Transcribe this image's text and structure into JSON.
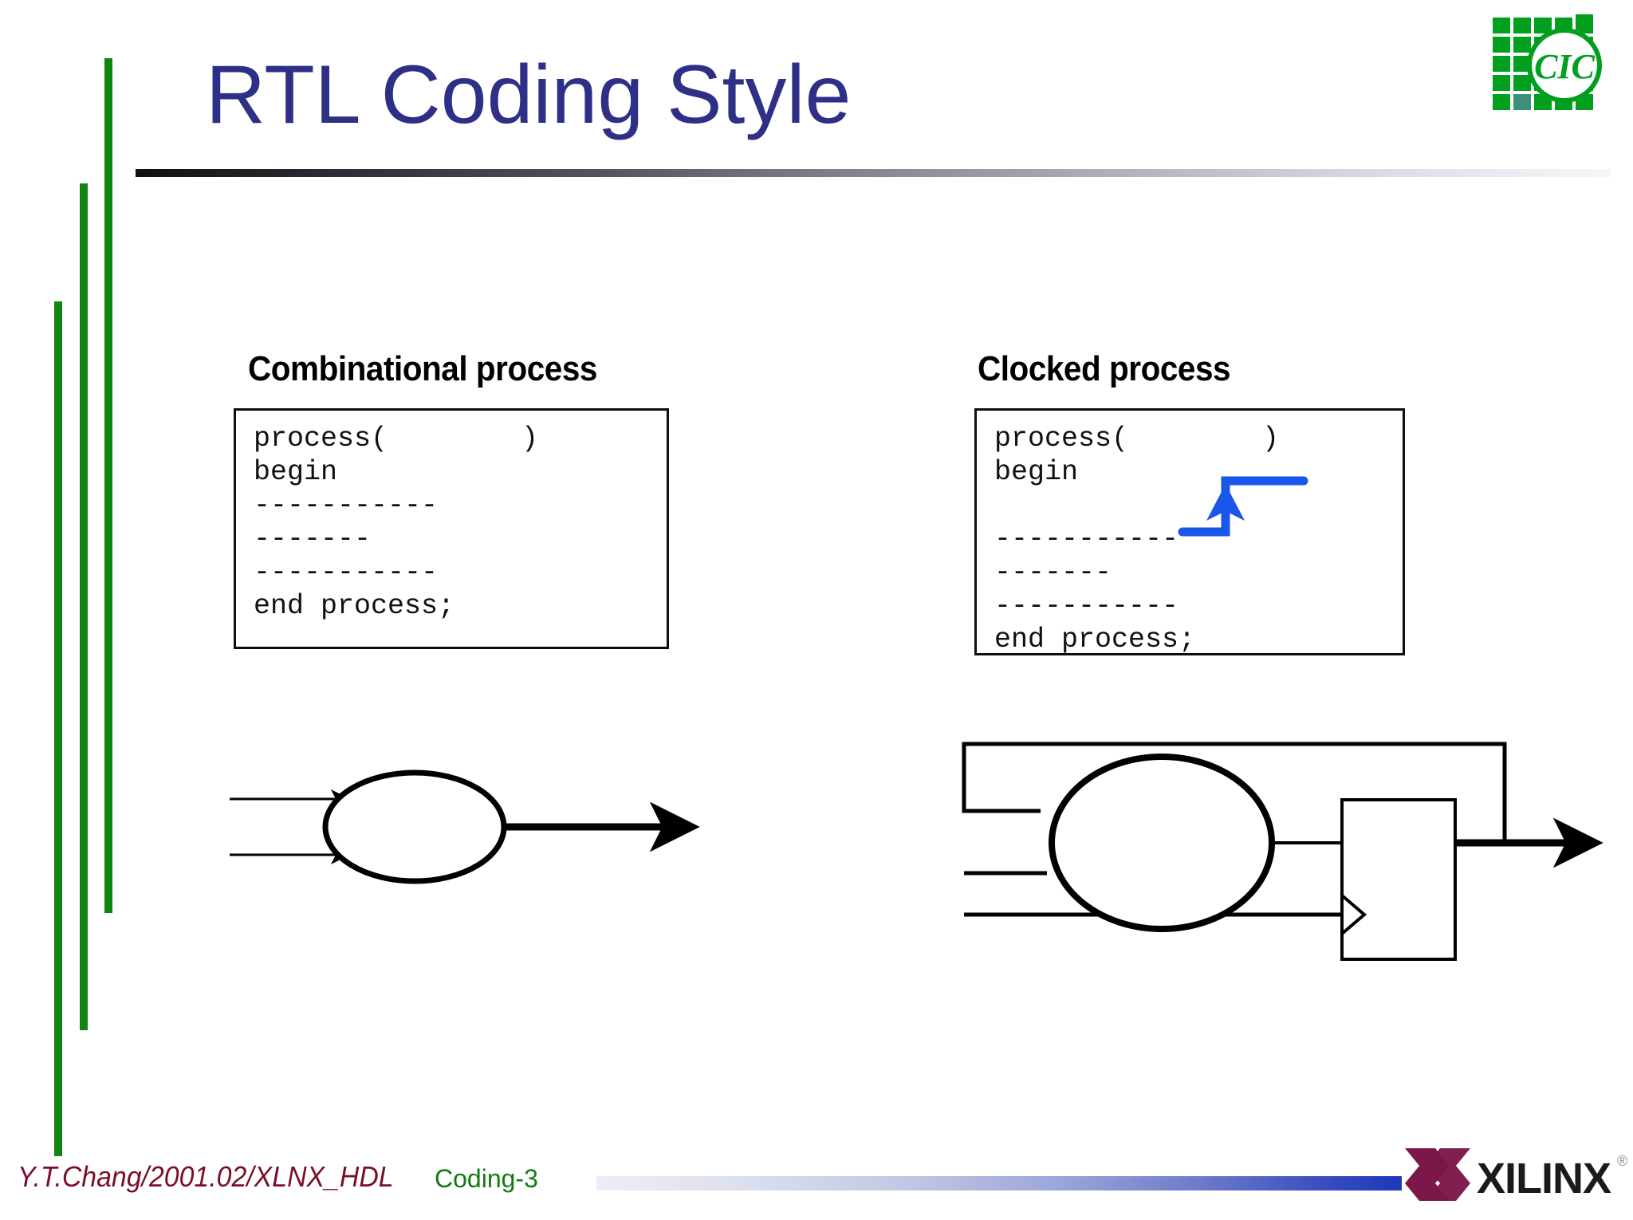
{
  "slide": {
    "title": "RTL Coding Style",
    "title_color": "#2e2f87",
    "background": "#ffffff",
    "accent_green": "#108510"
  },
  "logos": {
    "cic": {
      "name": "CIC",
      "text": "CIC",
      "color": "#00a01e"
    },
    "xilinx": {
      "name": "XILINX",
      "wordmark": "XILINX",
      "registered_mark": "®",
      "mark_color": "#7b1749",
      "text_color": "#1a1a1a"
    }
  },
  "columns": [
    {
      "heading": "Combinational process",
      "code_lines": [
        "process(        )",
        "begin",
        "-----------",
        "-------",
        "-----------",
        "end process;"
      ],
      "diagram": {
        "type": "combinational-logic",
        "inputs": 2,
        "outputs": 1,
        "has_register": false,
        "has_feedback": false
      }
    },
    {
      "heading": "Clocked process",
      "code_lines": [
        "process(        )",
        "begin",
        "",
        "-----------",
        "-------",
        "-----------",
        "end process;"
      ],
      "clock_edge": {
        "name": "rising-edge",
        "color": "#1a56e8"
      },
      "diagram": {
        "type": "clocked-logic",
        "inputs": 2,
        "outputs": 1,
        "has_register": true,
        "has_feedback": true,
        "clock_input": true
      }
    }
  ],
  "footer": {
    "author": "Y.T.Chang/2001.02/XLNX_HDL",
    "author_color": "#7b0f29",
    "page_label": "Coding-3",
    "page_color": "#137a13"
  }
}
